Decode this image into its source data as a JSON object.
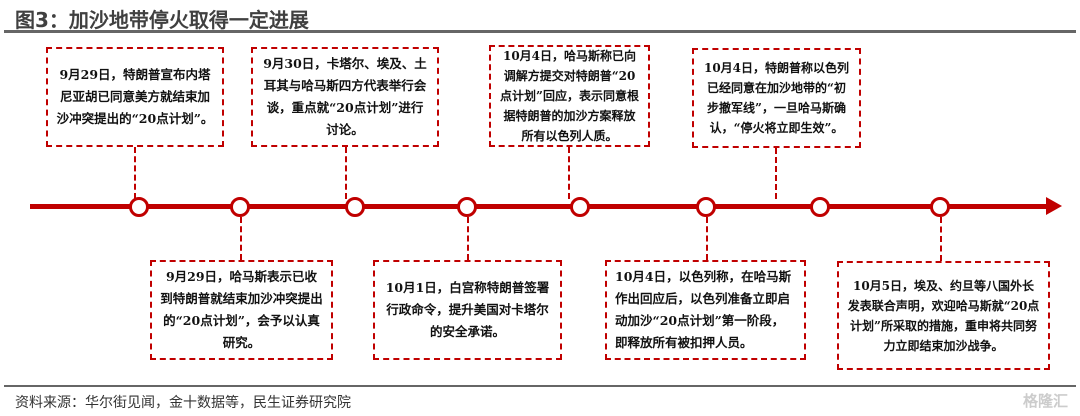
{
  "title": "图3：加沙地带停火取得一定进展",
  "events_top": [
    {
      "text": "9月29日，特朗普宣布内塔尼亚胡已同意美方就结束加沙冲突提出的“20点计划”。"
    },
    {
      "text": "9月30日，卡塔尔、埃及、土耳其与哈马斯四方代表举行会谈，重点就“20点计划”进行讨论。"
    },
    {
      "text": "10月4日，哈马斯称已向调解方提交对特朗普“20点计划”回应，表示同意根据特朗普的加沙方案释放所有以色列人质。"
    },
    {
      "text": "10月4日，特朗普称以色列已经同意在加沙地带的“初步撤军线”，一旦哈马斯确认，“停火将立即生效”。"
    }
  ],
  "events_bottom": [
    {
      "text": "9月29日，哈马斯表示已收到特朗普就结束加沙冲突提出的“20点计划”，会予以认真研究。"
    },
    {
      "text": "10月1日，白宫称特朗普签署行政命令，提升美国对卡塔尔的安全承诺。"
    },
    {
      "text": "10月4日，以色列称，在哈马斯作出回应后，以色列准备立即启动加沙“20点计划”第一阶段，即释放所有被扣押人员。"
    },
    {
      "text": "10月5日，埃及、约旦等八国外长发表联合声明，欢迎哈马斯就“20点计划”所采取的措施，重申将共同努力立即结束加沙战争。"
    }
  ],
  "source": "资料来源：华尔街见闻，金十数据等，民生证券研究院",
  "watermark": "格隆汇",
  "accent": "#c00000"
}
